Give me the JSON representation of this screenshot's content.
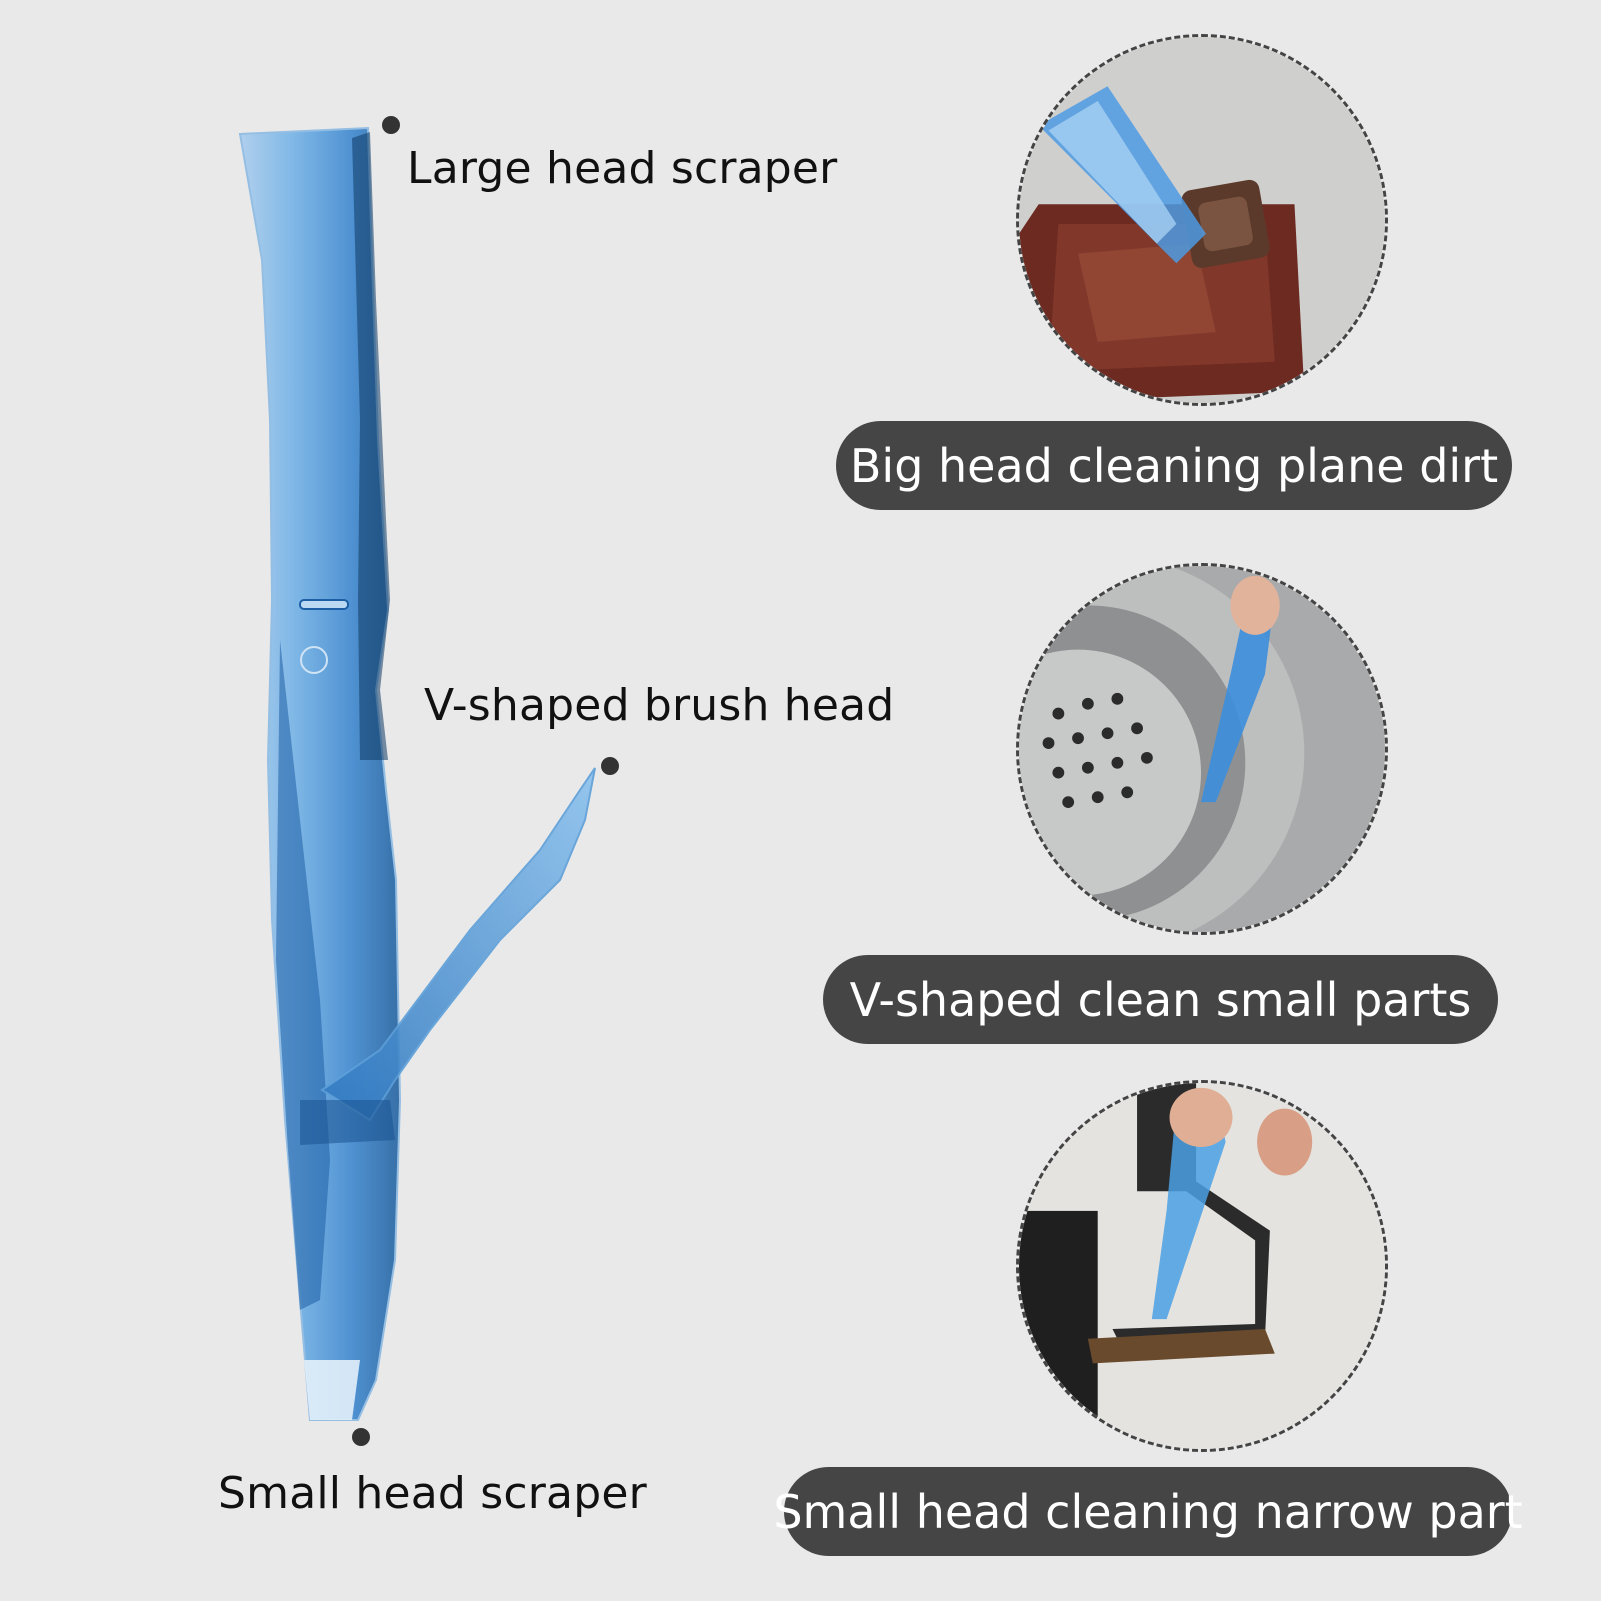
{
  "callouts": {
    "large_head": "Large head scraper",
    "v_shaped": "V-shaped brush head",
    "small_head": "Small head scraper"
  },
  "features": [
    {
      "label": "Big head cleaning plane dirt",
      "icon": "plane-dirt-photo"
    },
    {
      "label": "V-shaped clean small parts",
      "icon": "sink-drain-photo"
    },
    {
      "label": "Small head cleaning narrow part",
      "icon": "stove-grate-photo"
    }
  ],
  "colors": {
    "background": "#e9e9e9",
    "pill": "#454545",
    "tool_blue": "#3f8fd6"
  }
}
